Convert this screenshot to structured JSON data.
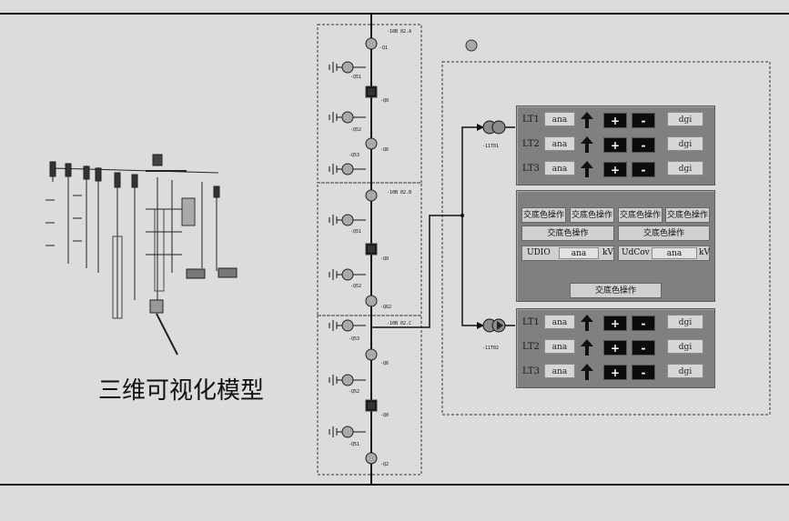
{
  "model_caption": "三维可视化模型",
  "bus_sections": [
    {
      "tag": "-10B 02.A",
      "nodes": [
        {
          "kind": "breaker-circle",
          "label": "-Q1"
        },
        {
          "kind": "earth-switch",
          "label": "-Q51"
        },
        {
          "kind": "breaker-square",
          "label": "-Q0"
        },
        {
          "kind": "earth-switch",
          "label": "-Q52"
        },
        {
          "kind": "breaker-circle",
          "label": "-Q6"
        },
        {
          "kind": "earth-switch",
          "label": "-Q53"
        }
      ]
    },
    {
      "tag": "-10B 02.B",
      "nodes": [
        {
          "kind": "breaker-circle",
          "label": ""
        },
        {
          "kind": "earth-switch",
          "label": "-Q51"
        },
        {
          "kind": "breaker-square",
          "label": "-Q0"
        },
        {
          "kind": "earth-switch",
          "label": "-Q52"
        },
        {
          "kind": "breaker-circle",
          "label": "-Q62"
        }
      ]
    },
    {
      "tag": "-10B 02.C",
      "nodes": [
        {
          "kind": "earth-switch",
          "label": "-Q53"
        },
        {
          "kind": "breaker-circle",
          "label": "-Q6"
        },
        {
          "kind": "earth-switch",
          "label": "-Q52"
        },
        {
          "kind": "breaker-square",
          "label": "-Q0"
        },
        {
          "kind": "earth-switch",
          "label": "-Q51"
        },
        {
          "kind": "breaker-circle",
          "label": "-Q2"
        }
      ]
    }
  ],
  "transformers": [
    {
      "label": "-11T01"
    },
    {
      "label": "-11T02"
    }
  ],
  "top_panel": {
    "rows": [
      {
        "name": "LT1",
        "ana": "ana",
        "plus": "+",
        "minus": "-",
        "dgi": "dgi"
      },
      {
        "name": "LT2",
        "ana": "ana",
        "plus": "+",
        "minus": "-",
        "dgi": "dgi"
      },
      {
        "name": "LT3",
        "ana": "ana",
        "plus": "+",
        "minus": "-",
        "dgi": "dgi"
      }
    ]
  },
  "middle_panel": {
    "top_buttons": [
      "交底色操作",
      "交底色操作",
      "交底色操作",
      "交底色操作"
    ],
    "wide_buttons": [
      "交底色操作",
      "交底色操作"
    ],
    "measures": [
      {
        "label": "UDIO",
        "value": "ana",
        "unit": "kV"
      },
      {
        "label": "UdCov",
        "value": "ana",
        "unit": "kV"
      }
    ],
    "bottom_button": "交底色操作"
  },
  "bottom_panel": {
    "rows": [
      {
        "name": "LT1",
        "ana": "ana",
        "plus": "+",
        "minus": "-",
        "dgi": "dgi"
      },
      {
        "name": "LT2",
        "ana": "ana",
        "plus": "+",
        "minus": "-",
        "dgi": "dgi"
      },
      {
        "name": "LT3",
        "ana": "ana",
        "plus": "+",
        "minus": "-",
        "dgi": "dgi"
      }
    ]
  },
  "colors": {
    "background": "#dcdcdc",
    "panel": "#808080",
    "node_fill": "#a9a9a9",
    "dark_button": "#0c0c0c"
  }
}
